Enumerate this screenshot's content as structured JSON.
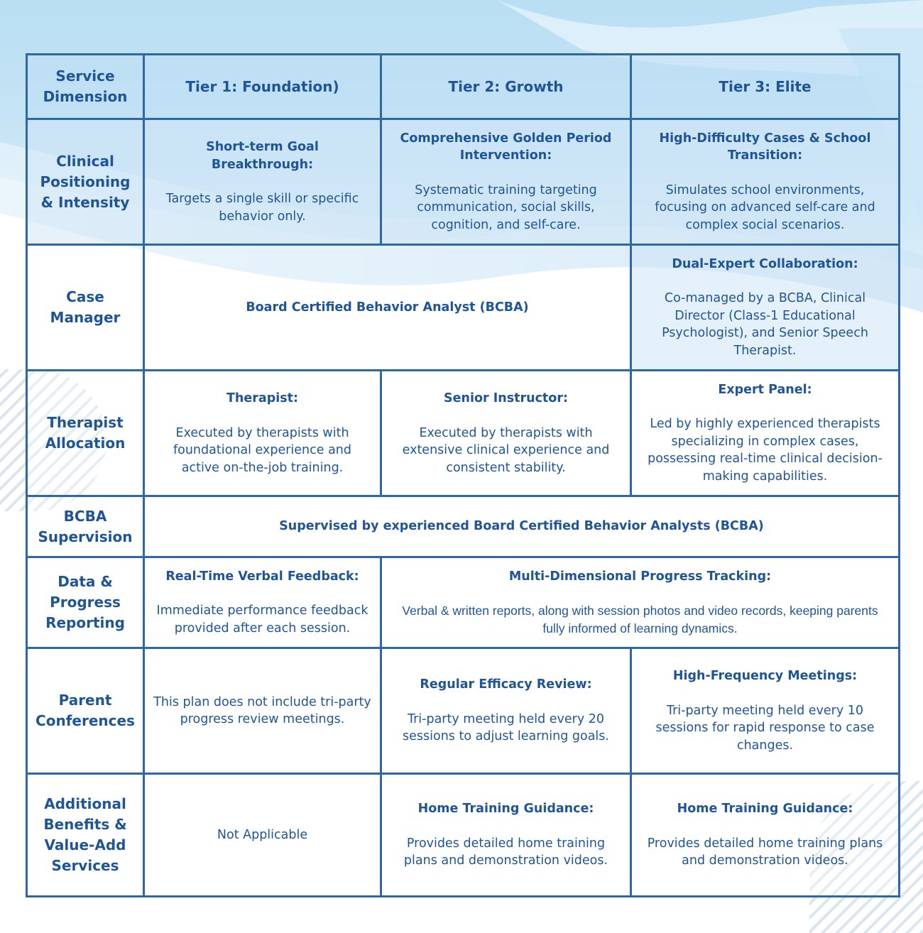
{
  "colors": {
    "text": "#1f5596",
    "border": "#2e67a6",
    "header_fill": "#bedef4",
    "background_top": "#b8dcf2"
  },
  "header": {
    "dimension": "Service Dimension",
    "tier1": "Tier 1: Foundation)",
    "tier2": "Tier 2: Growth",
    "tier3": "Tier 3: Elite"
  },
  "rows": {
    "clinical": {
      "label": "Clinical Positioning & Intensity",
      "tier1_title": "Short-term Goal Breakthrough:",
      "tier1_text": "Targets a single skill or specific behavior only.",
      "tier2_title": "Comprehensive Golden Period Intervention:",
      "tier2_text": "Systematic training targeting communication, social skills, cognition, and self-care.",
      "tier3_title": "High-Difficulty Cases & School Transition:",
      "tier3_text": "Simulates school environments, focusing on advanced self-care and complex social scenarios."
    },
    "case_manager": {
      "label": "Case Manager",
      "tier12_text": "Board Certified Behavior Analyst (BCBA)",
      "tier3_title": "Dual-Expert Collaboration:",
      "tier3_text": "Co-managed by a BCBA, Clinical Director (Class-1 Educational Psychologist), and Senior Speech Therapist."
    },
    "therapist": {
      "label": "Therapist Allocation",
      "tier1_title": "Therapist:",
      "tier1_text": "Executed by therapists with foundational experience and active on-the-job training.",
      "tier2_title": "Senior Instructor:",
      "tier2_text": "Executed by therapists with extensive clinical experience and consistent stability.",
      "tier3_title": "Expert Panel:",
      "tier3_text": "Led by highly experienced therapists specializing in complex cases, possessing real-time clinical decision-making capabilities."
    },
    "bcba": {
      "label": "BCBA Supervision",
      "all_text": "Supervised by experienced Board Certified Behavior Analysts (BCBA)"
    },
    "data": {
      "label": "Data & Progress Reporting",
      "tier1_title": "Real-Time Verbal Feedback:",
      "tier1_text": "Immediate performance feedback provided after each session.",
      "tier23_title": "Multi-Dimensional Progress Tracking:",
      "tier23_text": "Verbal & written reports, along with session photos and video records, keeping parents fully informed of learning dynamics."
    },
    "parent": {
      "label": "Parent Conferences",
      "tier1_text": "This plan does not include tri-party progress review meetings.",
      "tier2_title": "Regular Efficacy Review:",
      "tier2_text": "Tri-party meeting held every 20 sessions to adjust learning goals.",
      "tier3_title": "High-Frequency Meetings:",
      "tier3_text": "Tri-party meeting held every 10 sessions for rapid response to case changes."
    },
    "benefits": {
      "label": "Additional Benefits & Value-Add Services",
      "tier1_text": "Not Applicable",
      "tier2_title": "Home Training Guidance:",
      "tier2_text": "Provides detailed home training plans and demonstration videos.",
      "tier3_title": "Home Training Guidance:",
      "tier3_text": "Provides detailed home training plans and demonstration videos."
    }
  }
}
